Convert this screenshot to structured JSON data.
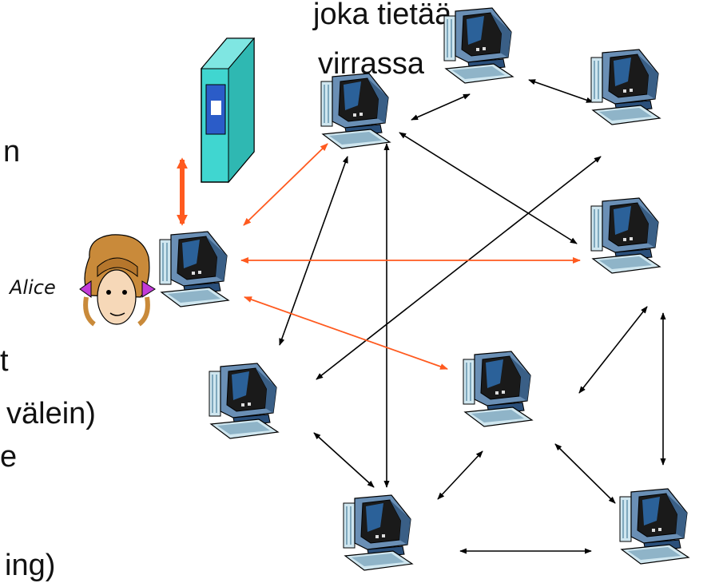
{
  "text_fragments": [
    "joka tietää",
    "virrassa",
    "n",
    "t",
    "välein)",
    "e",
    "ing)"
  ],
  "alice": {
    "label": "Alice"
  },
  "nodes": [
    {
      "id": "pc-top-left"
    },
    {
      "id": "pc-top-center"
    },
    {
      "id": "pc-top-right"
    },
    {
      "id": "pc-right-mid"
    },
    {
      "id": "pc-alice"
    },
    {
      "id": "pc-bottom-left"
    },
    {
      "id": "pc-bottom-center"
    },
    {
      "id": "pc-bottom-mid"
    },
    {
      "id": "pc-bottom-right"
    }
  ],
  "server": {
    "icon": "server-tower-icon"
  },
  "colors": {
    "query_arrow": "#ff5a1f",
    "peer_link": "#000000",
    "server_body": "#40d6d0",
    "server_screen": "#2b5cc8"
  },
  "links": [
    {
      "from": "alice-server",
      "style": "bold-query"
    },
    {
      "from": "pc-alice",
      "to": "pc-top-left",
      "style": "query"
    },
    {
      "from": "pc-alice",
      "to": "pc-right-mid",
      "style": "query"
    },
    {
      "from": "pc-alice",
      "to": "pc-bottom-mid",
      "style": "query"
    },
    {
      "from": "pc-top-left",
      "to": "pc-top-center",
      "style": "peer"
    },
    {
      "from": "pc-top-center",
      "to": "pc-top-right",
      "style": "peer"
    },
    {
      "from": "pc-top-left",
      "to": "pc-right-mid",
      "style": "peer"
    },
    {
      "from": "pc-top-left",
      "to": "pc-bottom-left",
      "style": "peer"
    },
    {
      "from": "pc-top-left",
      "to": "pc-bottom-center",
      "style": "peer"
    },
    {
      "from": "pc-top-right",
      "to": "pc-bottom-left",
      "style": "peer"
    },
    {
      "from": "pc-right-mid",
      "to": "pc-bottom-mid",
      "style": "peer"
    },
    {
      "from": "pc-right-mid",
      "to": "pc-bottom-right",
      "style": "peer"
    },
    {
      "from": "pc-bottom-left",
      "to": "pc-bottom-center",
      "style": "peer"
    },
    {
      "from": "pc-bottom-mid",
      "to": "pc-bottom-center",
      "style": "peer"
    },
    {
      "from": "pc-bottom-mid",
      "to": "pc-bottom-right",
      "style": "peer"
    },
    {
      "from": "pc-bottom-center",
      "to": "pc-bottom-right",
      "style": "peer"
    }
  ]
}
